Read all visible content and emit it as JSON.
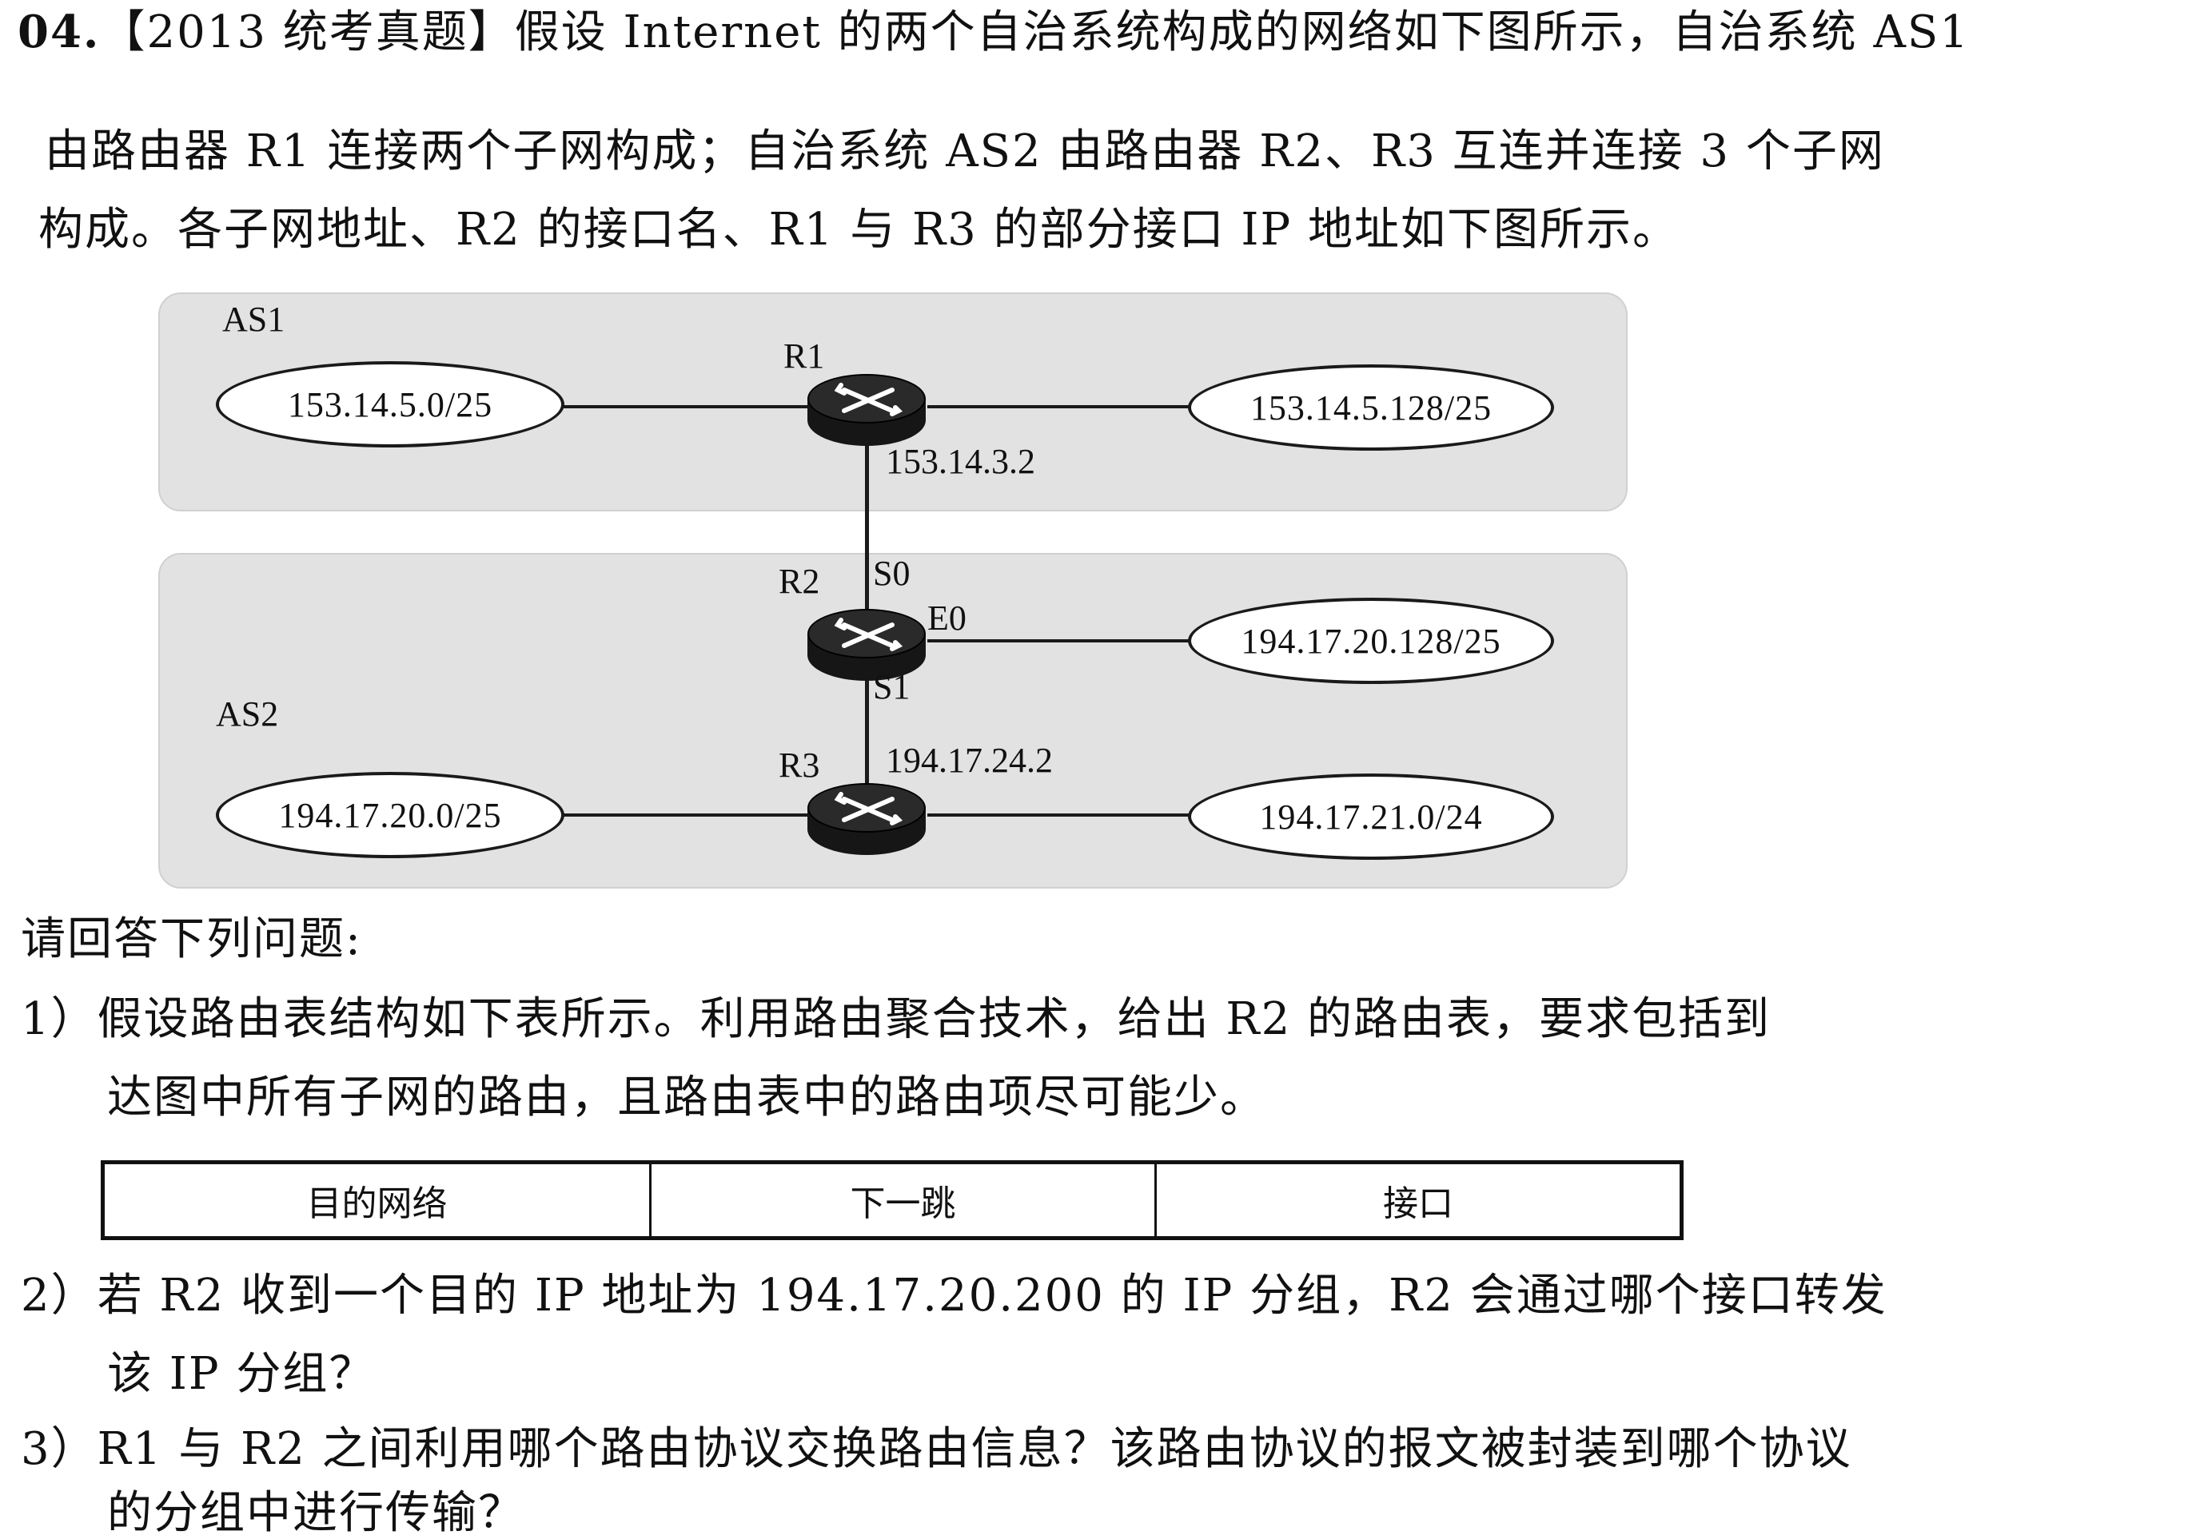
{
  "question": {
    "number": "04.",
    "line1": "【2013 统考真题】假设 Internet 的两个自治系统构成的网络如下图所示，自治系统 AS1",
    "line2": "由路由器 R1 连接两个子网构成；自治系统 AS2 由路由器 R2、R3 互连并连接 3 个子网",
    "line3": "构成。各子网地址、R2 的接口名、R1 与 R3 的部分接口 IP 地址如下图所示。"
  },
  "figure": {
    "as1_label": "AS1",
    "as2_label": "AS2",
    "routers": {
      "r1": "R1",
      "r2": "R2",
      "r3": "R3"
    },
    "subnets": {
      "as1_left": "153.14.5.0/25",
      "as1_right": "153.14.5.128/25",
      "as2_e0": "194.17.20.128/25",
      "as2_left": "194.17.20.0/25",
      "as2_right": "194.17.21.0/24"
    },
    "interfaces": {
      "r1_ip": "153.14.3.2",
      "r2_s0": "S0",
      "r2_e0": "E0",
      "r2_s1": "S1",
      "r3_ip": "194.17.24.2"
    }
  },
  "prompt": "请回答下列问题:",
  "q1": {
    "line1": "1）假设路由表结构如下表所示。利用路由聚合技术，给出 R2 的路由表，要求包括到",
    "line2": "达图中所有子网的路由，且路由表中的路由项尽可能少。"
  },
  "table": {
    "headers": [
      "目的网络",
      "下一跳",
      "接口"
    ]
  },
  "q2": {
    "line1": "2）若 R2 收到一个目的 IP 地址为 194.17.20.200 的 IP 分组，R2 会通过哪个接口转发",
    "line2": "该 IP 分组？"
  },
  "q3": {
    "line1": "3）R1 与 R2 之间利用哪个路由协议交换路由信息？该路由协议的报文被封装到哪个协议",
    "line2": "的分组中进行传输？"
  }
}
